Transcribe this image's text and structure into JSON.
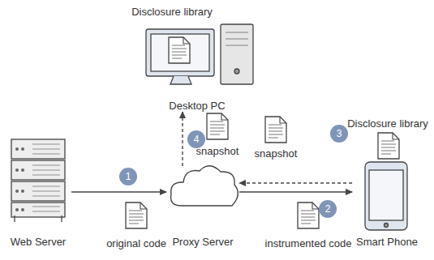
{
  "diagram": {
    "nodes": [
      {
        "text": [
          "Desktop PC"
        ]
      },
      {
        "text": [
          "Web Server"
        ]
      },
      {
        "text": [
          "Proxy Server"
        ]
      },
      {
        "text": [
          "Smart Phone"
        ]
      }
    ],
    "edges": [
      {
        "from": 1,
        "to": 2,
        "arrow": "to"
      },
      {
        "from": 2,
        "to": 3,
        "arrow": "to"
      },
      {
        "from": 3,
        "to": 2,
        "arrow": "to"
      },
      {
        "from": 2,
        "to": 0,
        "arrow": "to"
      }
    ],
    "labels": [
      "Disclosure library",
      "4",
      "snapshot",
      "Disclosure library",
      "snapshot",
      "3",
      "1",
      "original code",
      "2",
      "instrumented code"
    ]
  }
}
